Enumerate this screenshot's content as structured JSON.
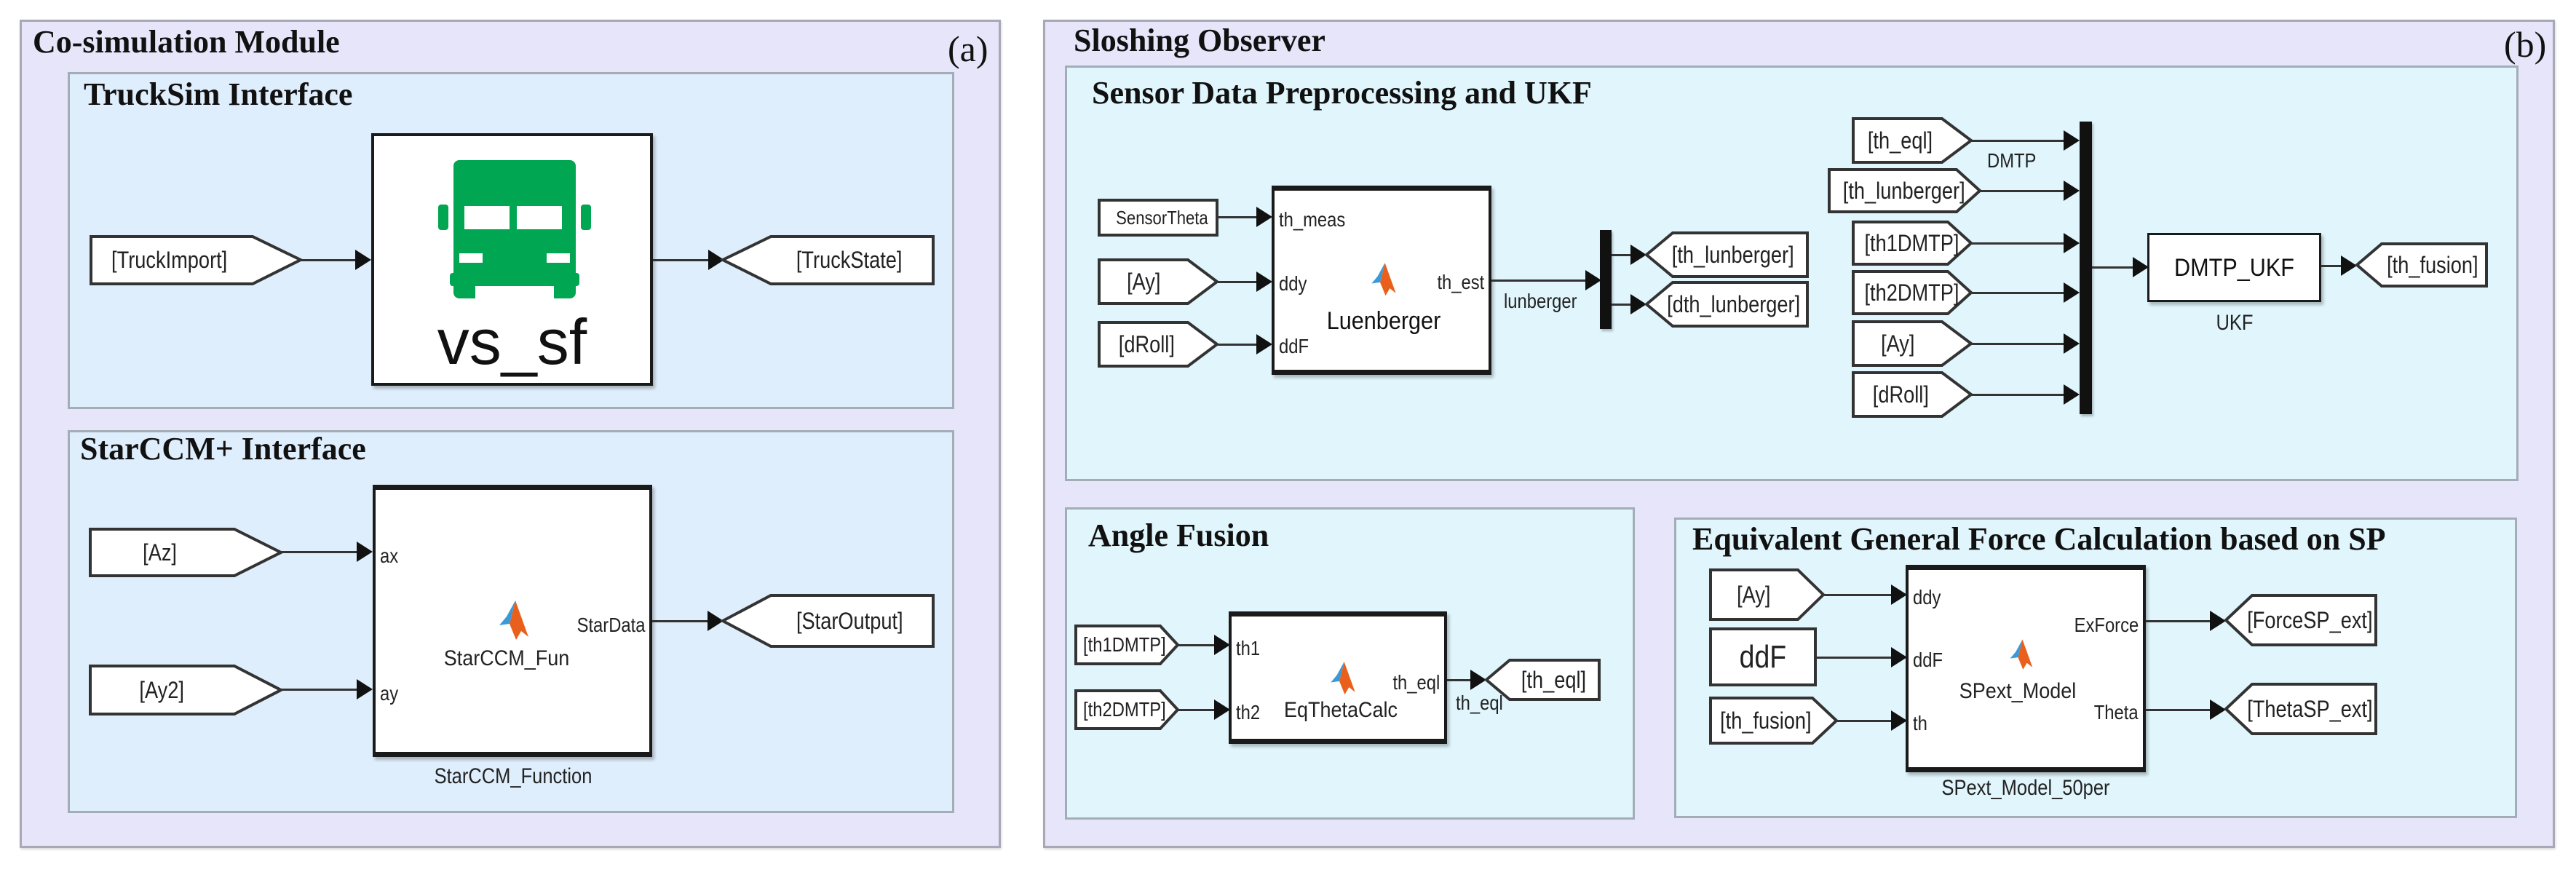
{
  "left_panel": {
    "title": "Co-simulation Module",
    "label": "(a)",
    "trucksim": {
      "title": "TruckSim Interface",
      "input_tag": "[TruckImport]",
      "block_name": "vs_sf",
      "block_icon": "truck-icon",
      "output_tag": "[TruckState]",
      "icon_color": "#00a651"
    },
    "starccm": {
      "title": "StarCCM+ Interface",
      "inputs": [
        {
          "tag": "[Az]",
          "port": "ax"
        },
        {
          "tag": "[Ay2]",
          "port": "ay"
        }
      ],
      "block_name": "StarCCM_Fun",
      "block_icon": "matlab-function-icon",
      "output_port": "StarData",
      "output_tag": "[StarOutput]",
      "caption": "StarCCM_Function"
    }
  },
  "right_panel": {
    "title": "Sloshing Observer",
    "label": "(b)",
    "sensor": {
      "title": "Sensor Data Preprocessing and UKF",
      "inputs": [
        {
          "tag": "SensorTheta",
          "port": "th_meas"
        },
        {
          "tag": "[Ay]",
          "port": "ddy"
        },
        {
          "tag": "[dRoll]",
          "port": "ddF"
        }
      ],
      "luenberger_name": "Luenberger",
      "luenberger_out_port": "th_est",
      "luenberger_signal": "lunberger",
      "demux_outputs": [
        "[th_lunberger]",
        "[dth_lunberger]"
      ],
      "mux_inputs": [
        "[th_eql]",
        "[th_lunberger]",
        "[th1DMTP]",
        "[th2DMTP]",
        "[Ay]",
        "[dRoll]"
      ],
      "mux_signal": "DMTP",
      "ukf_block": "DMTP_UKF",
      "ukf_caption": "UKF",
      "ukf_output_tag": "[th_fusion]"
    },
    "angle_fusion": {
      "title": "Angle Fusion",
      "inputs": [
        {
          "tag": "[th1DMTP]",
          "port": "th1"
        },
        {
          "tag": "[th2DMTP]",
          "port": "th2"
        }
      ],
      "block_name": "EqThetaCalc",
      "output_port": "th_eql",
      "output_signal": "th_eql",
      "output_tag": "[th_eql]"
    },
    "force_calc": {
      "title": "Equivalent General Force Calculation based on SP",
      "inputs": [
        {
          "tag": "[Ay]",
          "port": "ddy"
        },
        {
          "tag": "ddF",
          "port": "ddF"
        },
        {
          "tag": "[th_fusion]",
          "port": "th"
        }
      ],
      "block_name": "SPext_Model",
      "outputs": [
        {
          "port": "ExForce",
          "tag": "[ForceSP_ext]"
        },
        {
          "port": "Theta",
          "tag": "[ThetaSP_ext]"
        }
      ],
      "caption": "SPext_Model_50per"
    }
  }
}
